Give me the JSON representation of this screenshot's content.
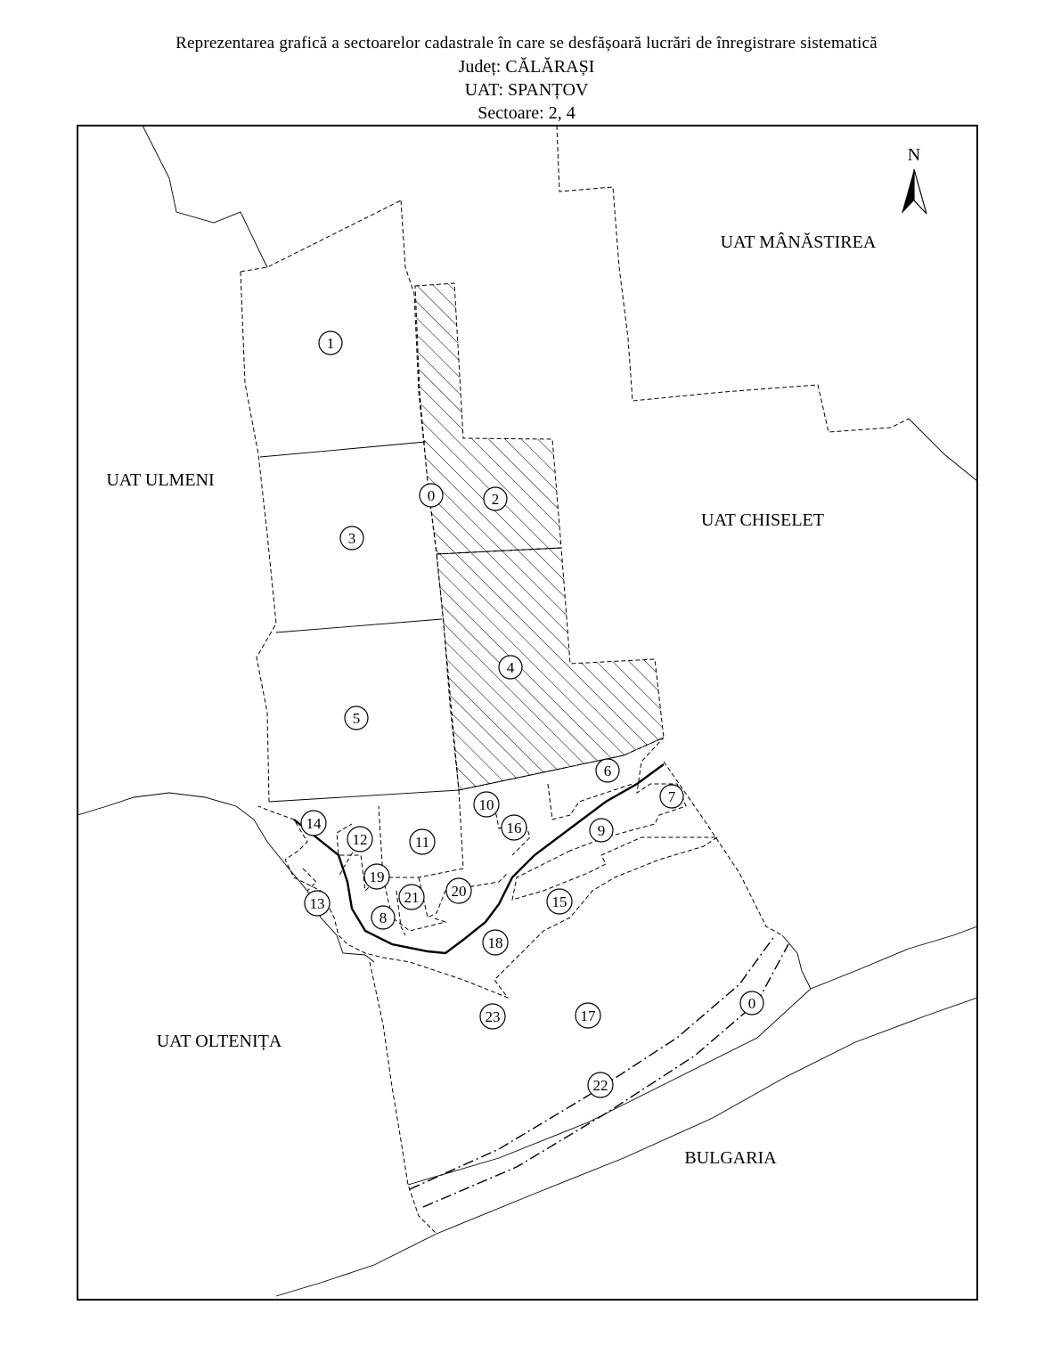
{
  "header": {
    "line1": "Reprezentarea grafică a sectoarelor cadastrale în care se desfășoară lucrări de înregistrare sistematică",
    "line2": "Județ: CĂLĂRAȘI",
    "line3": "UAT: SPANȚOV",
    "line4": "Sectoare: 2, 4"
  },
  "north": {
    "label": "N",
    "icon": "north-arrow-icon"
  },
  "neighbors": {
    "manastirea": "UAT MÂNĂSTIREA",
    "ulmeni": "UAT  ULMENI",
    "chiselet": "UAT  CHISELET",
    "oltenita": "UAT OLTENIȚA",
    "bulgaria": "BULGARIA"
  },
  "sectors": {
    "s0a": "0",
    "s0b": "0",
    "s1": "1",
    "s2": "2",
    "s3": "3",
    "s4": "4",
    "s5": "5",
    "s6": "6",
    "s7": "7",
    "s8": "8",
    "s9": "9",
    "s10": "10",
    "s11": "11",
    "s12": "12",
    "s13": "13",
    "s14": "14",
    "s15": "15",
    "s16": "16",
    "s17": "17",
    "s18": "18",
    "s19": "19",
    "s20": "20",
    "s21": "21",
    "s22": "22",
    "s23": "23"
  },
  "highlighted_sectors": [
    "2",
    "4"
  ]
}
